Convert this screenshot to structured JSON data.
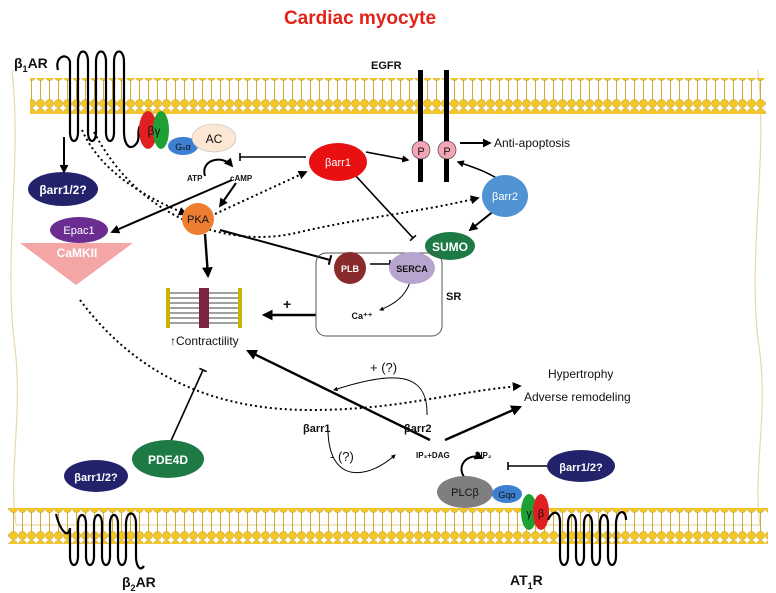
{
  "title": "Cardiac myocyte",
  "receptors": {
    "b1ar": {
      "prefix": "β",
      "sub": "1",
      "suffix": "AR"
    },
    "b2ar": {
      "prefix": "β",
      "sub": "2",
      "suffix": "AR"
    },
    "at1r": {
      "prefix": "AT",
      "sub": "1",
      "suffix": "R"
    },
    "egfr": "EGFR"
  },
  "proteins": {
    "beta_gamma": "βγ",
    "gs_alpha": "Gₛα",
    "ac": "AC",
    "atp": "ATP",
    "camp": "cAMP",
    "barr1": "βarr1",
    "barr2": "βarr2",
    "barr12_top": "βarr1/2?",
    "epac1": "Epac1",
    "camkii": "CaMKII",
    "pka": "PKA",
    "plb": "PLB",
    "serca": "SERCA",
    "sumo": "SUMO",
    "ca": "Ca⁺⁺",
    "sr": "SR",
    "p1": "P",
    "p2": "P",
    "pde4d": "PDE4D",
    "barr12_b2": "βarr1/2?",
    "barr12_at1": "βarr1/2?",
    "plc": "PLCβ",
    "gq_alpha": "Gqα",
    "gamma": "γ",
    "beta": "β",
    "ip3_dag": "IP₃+DAG",
    "pip2": "PIP₂"
  },
  "labels": {
    "anti_apoptosis": "Anti-apoptosis",
    "contractility": "↑Contractility",
    "plus": "+",
    "hypertrophy": "Hypertrophy",
    "adverse_remodeling": "Adverse remodeling",
    "plus_q": "+ (?)",
    "minus_q": "- (?)",
    "barr1_lower": "βarr1",
    "barr2_lower": "βarr2"
  }
}
